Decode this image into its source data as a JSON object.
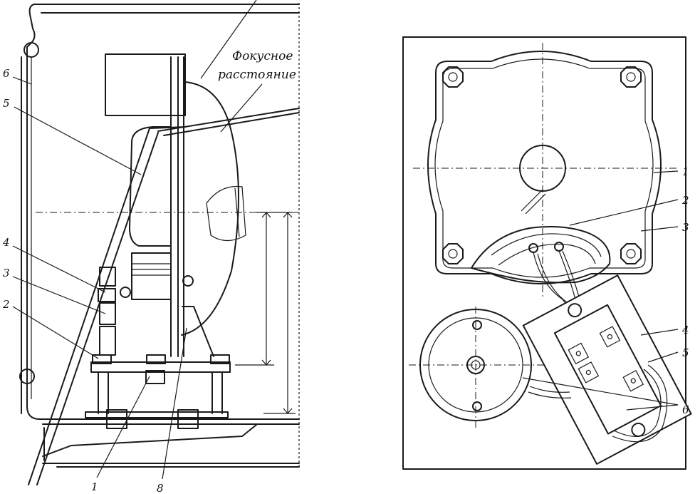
{
  "left_view": {
    "caption_line1": "Фокусное",
    "caption_line2": "расстояние",
    "labels": [
      "6",
      "5",
      "4",
      "3",
      "2",
      "1",
      "8"
    ]
  },
  "right_view": {
    "labels": [
      "1",
      "2",
      "3",
      "4",
      "5",
      "6"
    ]
  }
}
